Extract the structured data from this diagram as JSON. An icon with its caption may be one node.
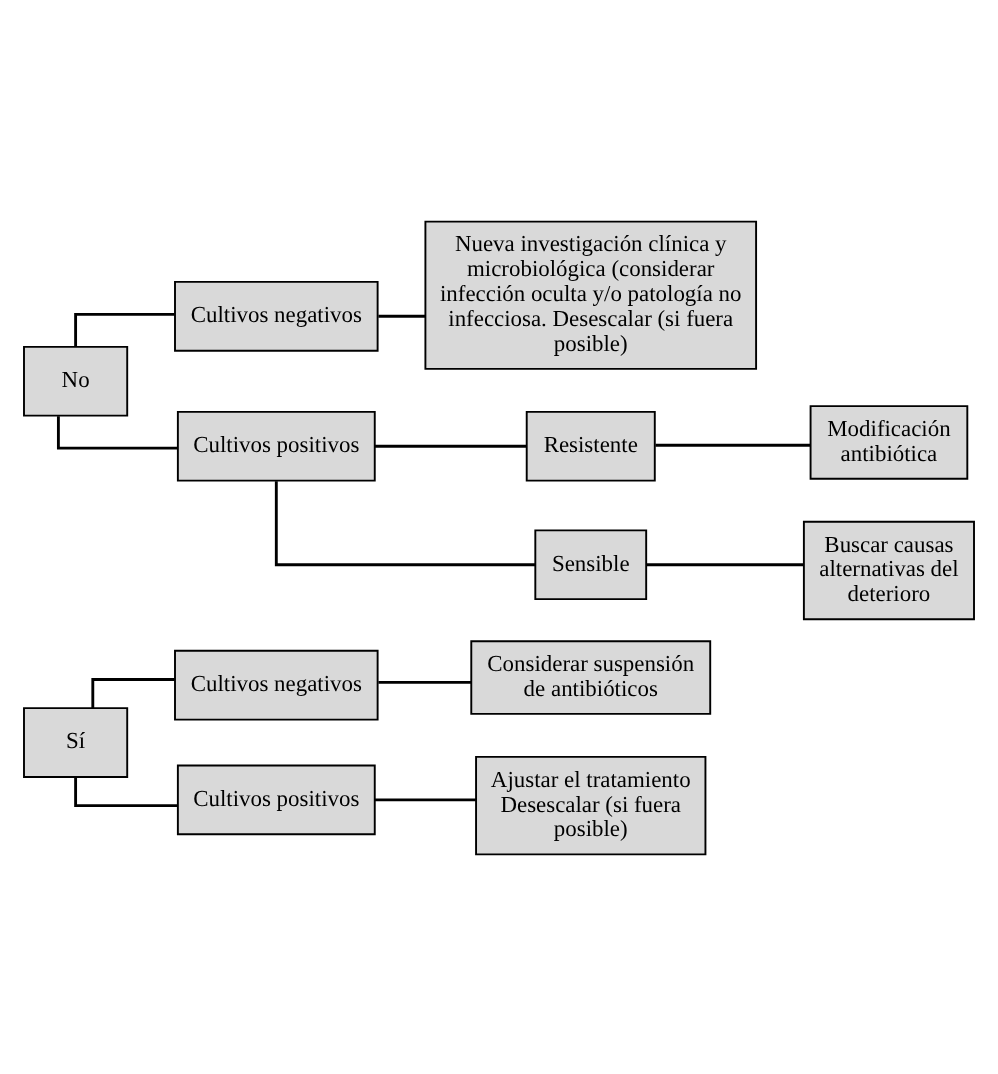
{
  "diagram": {
    "nodes": [
      {
        "text": [
          "Sí"
        ]
      },
      {
        "text": [
          "Cultivos negativos"
        ]
      },
      {
        "text": [
          "Considerar suspensión de antibióticos"
        ]
      },
      {
        "text": [
          "Cultivos positivos"
        ]
      },
      {
        "text": [
          "Ajustar el tratamiento",
          "Desescalar (si fuera posible)"
        ]
      },
      {
        "text": [
          "No"
        ]
      },
      {
        "text": [
          "Cultivos negativos"
        ]
      },
      {
        "text": [
          "Nueva investigación clínica y microbiológica (considerar infección oculta y/o patología no infecciosa. Desescalar (si fuera posible)"
        ]
      },
      {
        "text": [
          "Cultivos positivos"
        ]
      },
      {
        "text": [
          "Resistente"
        ]
      },
      {
        "text": [
          "Modificación antibiótica"
        ]
      },
      {
        "text": [
          "Sensible"
        ]
      },
      {
        "text": [
          "Buscar causas alternativas del deterioro"
        ]
      }
    ],
    "edges": [
      {
        "from": 0,
        "to": 1,
        "arrow": "none"
      },
      {
        "from": 0,
        "to": 3,
        "arrow": "none"
      },
      {
        "from": 1,
        "to": 2,
        "arrow": "none"
      },
      {
        "from": 3,
        "to": 4,
        "arrow": "none"
      },
      {
        "from": 5,
        "to": 6,
        "arrow": "none"
      },
      {
        "from": 5,
        "to": 8,
        "arrow": "none"
      },
      {
        "from": 6,
        "to": 7,
        "arrow": "none"
      },
      {
        "from": 8,
        "to": 9,
        "arrow": "none"
      },
      {
        "from": 8,
        "to": 11,
        "arrow": "none"
      },
      {
        "from": 9,
        "to": 10,
        "arrow": "none"
      },
      {
        "from": 11,
        "to": 12,
        "arrow": "none"
      }
    ]
  }
}
